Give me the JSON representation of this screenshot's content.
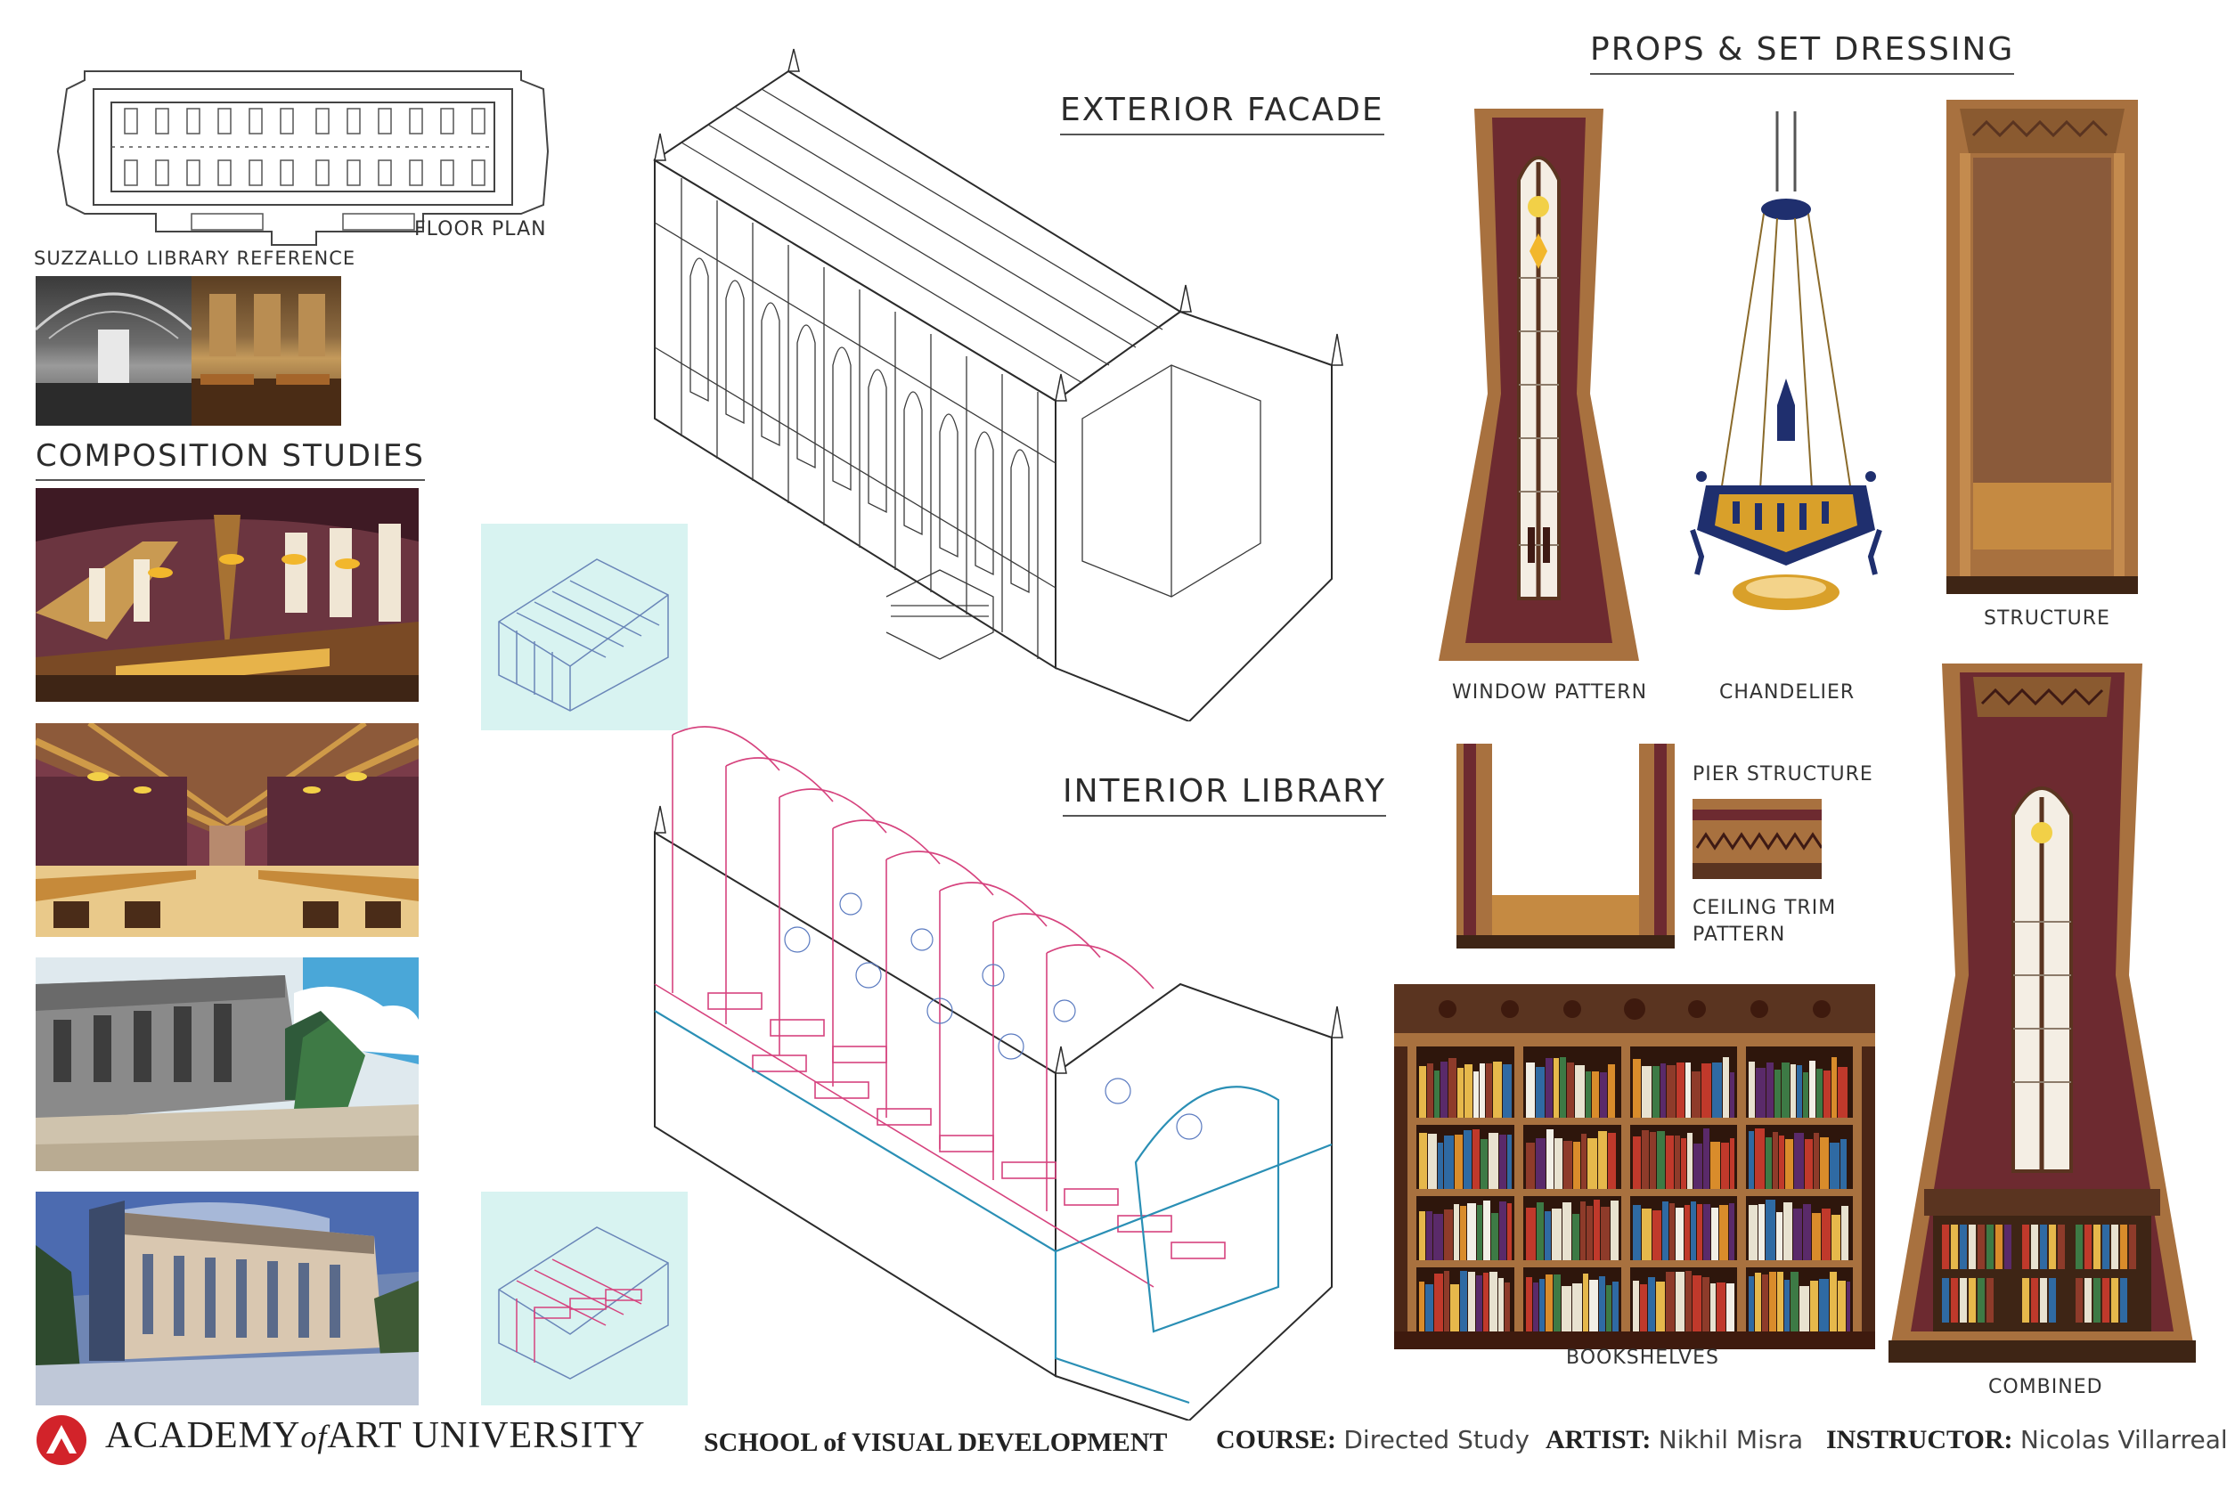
{
  "labels": {
    "floor_plan": "FLOOR PLAN",
    "suzzallo_reference": "SUZZALLO LIBRARY REFERENCE",
    "composition_studies": "COMPOSITION STUDIES",
    "exterior_facade": "EXTERIOR FACADE",
    "interior_library": "INTERIOR LIBRARY",
    "props_set_dressing": "PROPS & SET DRESSING",
    "window_pattern": "WINDOW PATTERN",
    "chandelier": "CHANDELIER",
    "structure": "STRUCTURE",
    "pier_structure": "PIER STRUCTURE",
    "ceiling_trim_line1": "CEILING TRIM",
    "ceiling_trim_line2": "PATTERN",
    "bookshelves": "BOOKSHELVES",
    "combined": "COMBINED"
  },
  "footer": {
    "academy_prefix": "ACADEMY",
    "academy_of": "of",
    "academy_suffix": "ART UNIVERSITY",
    "school": "SCHOOL of VISUAL DEVELOPMENT",
    "course_label": "COURSE:",
    "course_value": "Directed Study",
    "artist_label": "ARTIST:",
    "artist_value": "Nikhil Misra",
    "instructor_label": "INSTRUCTOR:",
    "instructor_value": "Nicolas Villarreal"
  },
  "colors": {
    "brand_red": "#d2232a",
    "wood": "#a8713f",
    "dark_wood": "#5a3420",
    "maroon": "#6d2a30",
    "blueprint_pink": "#d6437e",
    "blueprint_blue": "#2a8fb5",
    "chandelier_blue": "#1f2f6e",
    "gold": "#d9a02a"
  }
}
